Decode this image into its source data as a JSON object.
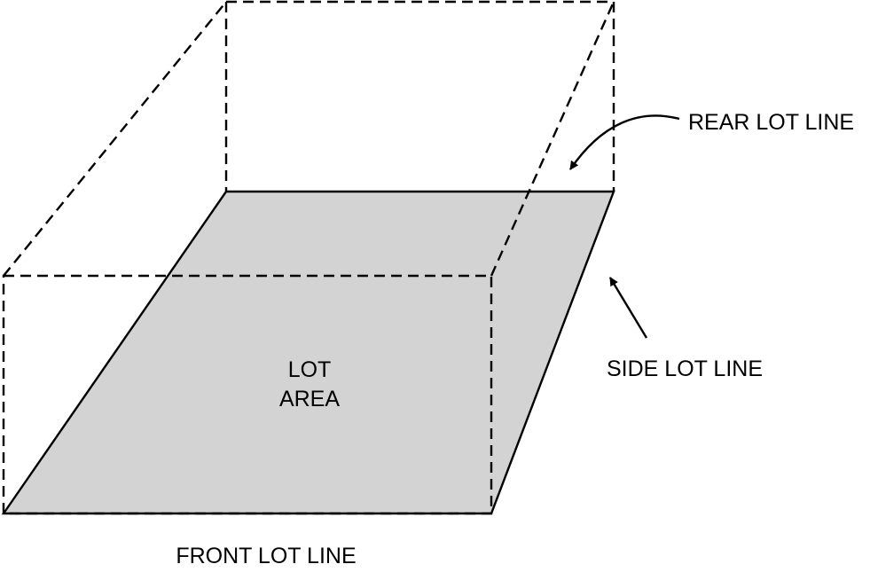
{
  "colors": {
    "lot_fill": "#d3d3d3",
    "line": "#000000",
    "background": "#ffffff"
  },
  "labels": {
    "lot_area_line1": "LOT",
    "lot_area_line2": "AREA",
    "rear_lot_line": "REAR LOT LINE",
    "side_lot_line": "SIDE LOT LINE",
    "front_lot_line": "FRONT LOT LINE"
  }
}
